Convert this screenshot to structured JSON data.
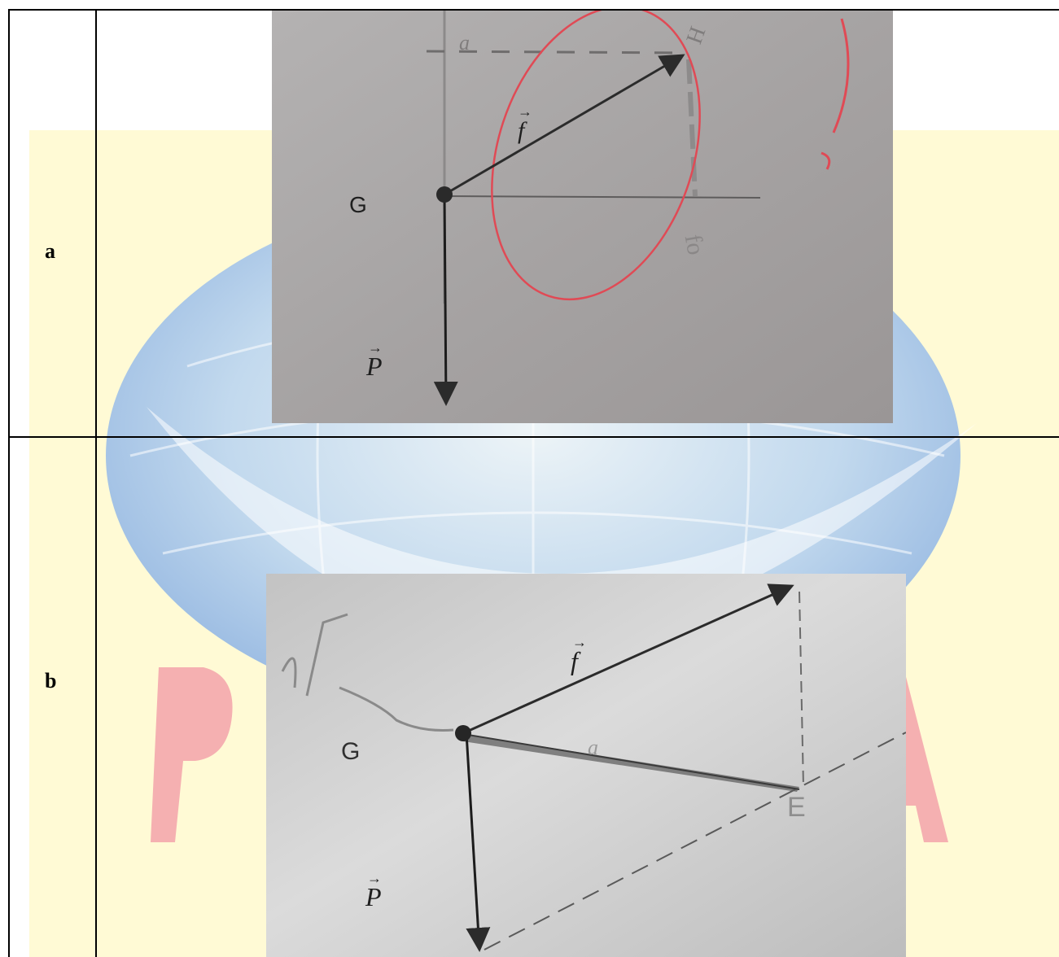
{
  "rows": [
    {
      "label": "a",
      "figure": {
        "vector_f": "f",
        "point_g": "G",
        "vector_p": "P",
        "hand_a": "a",
        "hand_h": "H",
        "hand_fo": "fo"
      }
    },
    {
      "label": "b",
      "figure": {
        "vector_f": "f",
        "point_g": "G",
        "vector_p": "P",
        "hand_a": "a",
        "hand_e": "E"
      }
    }
  ],
  "colors": {
    "watermark_globe": "#8fb8ea",
    "watermark_yellow": "#fff6b8",
    "watermark_letters": "#f4a0a8",
    "red_ink": "#e04a55",
    "photo_a_paper": "#a9a6a6",
    "photo_b_paper": "#cfcfcf"
  }
}
